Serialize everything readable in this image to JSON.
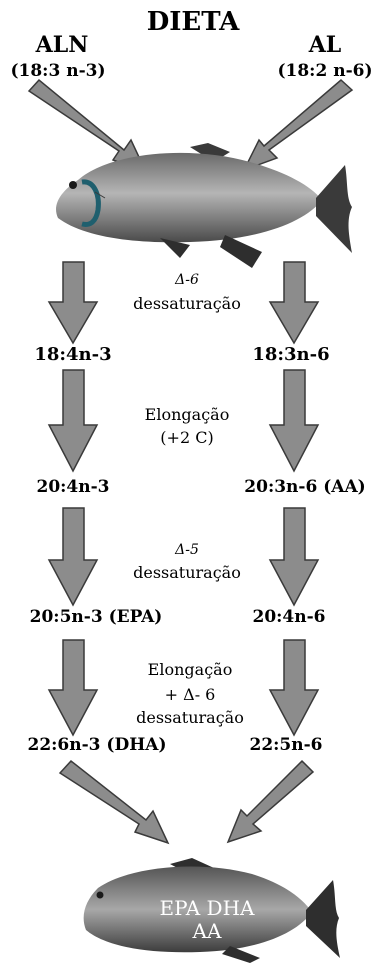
{
  "title": "DIETA",
  "sources": {
    "left": {
      "name": "ALN",
      "formula": "(18:3 n-3)"
    },
    "right": {
      "name": "AL",
      "formula": "(18:2 n-6)"
    }
  },
  "steps": [
    {
      "line1": "Δ-6",
      "line2": "dessaturação",
      "line3": ""
    },
    {
      "line1": "Elongação",
      "line2": "(+2  C)",
      "line3": ""
    },
    {
      "line1": "Δ-5",
      "line2": "dessaturação",
      "line3": ""
    },
    {
      "line1": "Elongação",
      "line2": "+ Δ- 6",
      "line3": "dessaturação"
    }
  ],
  "n3_chain": [
    "18:4n-3",
    "20:4n-3",
    "20:5n-3 (EPA)",
    "22:6n-3 (DHA)"
  ],
  "n6_chain": [
    "18:3n-6",
    "20:3n-6 (AA)",
    "20:4n-6",
    "22:5n-6"
  ],
  "fish_label": {
    "line1": "EPA DHA",
    "line2": "AA"
  },
  "colors": {
    "arrow": "#8c8c8c",
    "arrow_edge": "#3a3a3a",
    "fish_body": "#9a9a9a",
    "fish_dark": "#2e2e2e",
    "gill": "#1f5f6e"
  }
}
